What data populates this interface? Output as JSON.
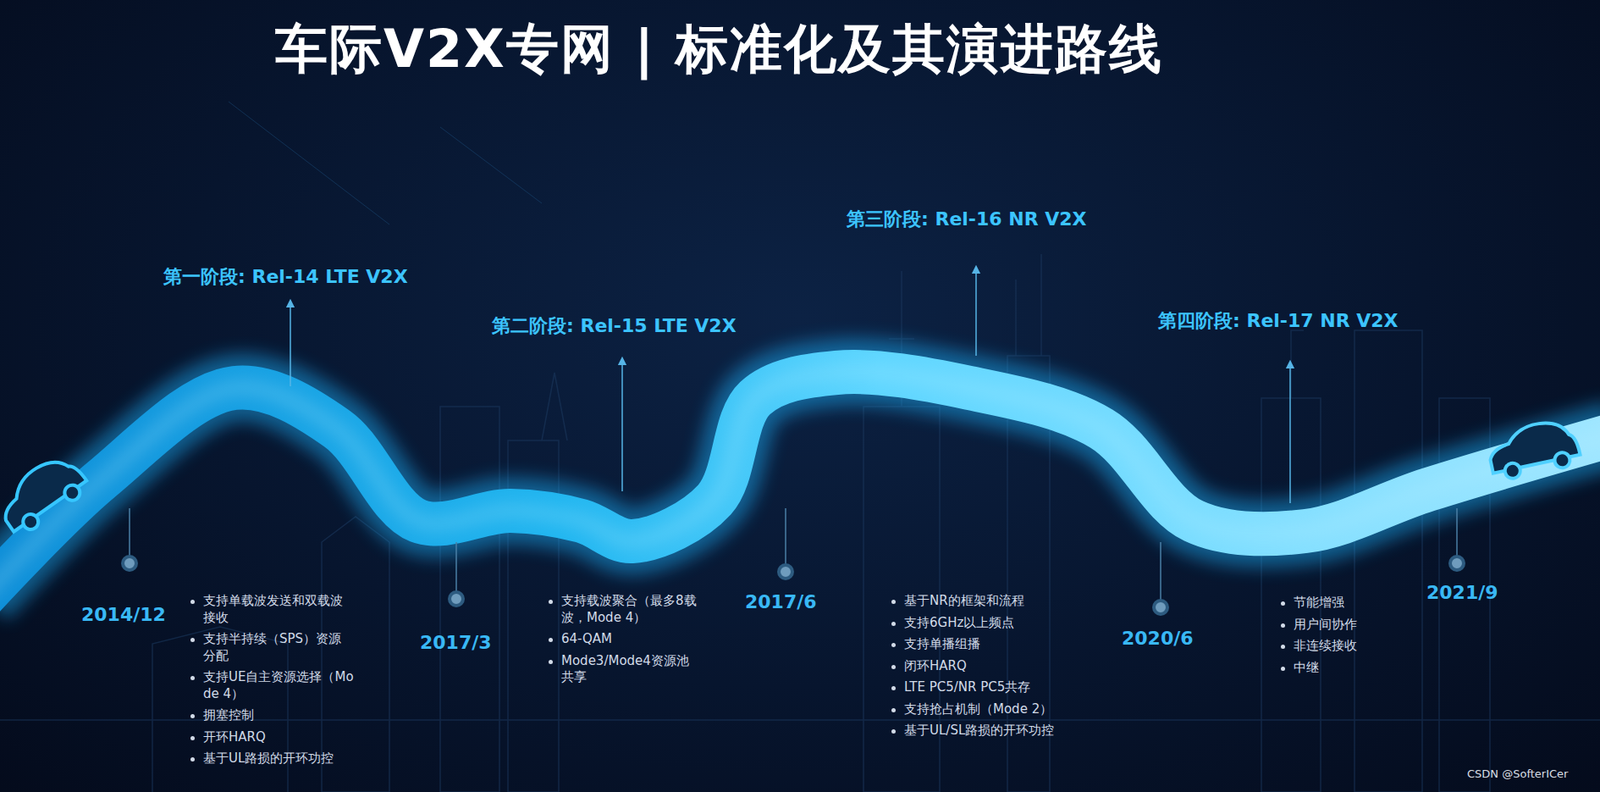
{
  "diagram": {
    "title": "车际V2X专网 | 标准化及其演进路线",
    "labels": [
      "第一阶段: Rel-14 LTE V2X",
      "第二阶段: Rel-15 LTE V2X",
      "第三阶段: Rel-16 NR V2X",
      "第四阶段: Rel-17 NR V2X",
      "2014/12",
      "2017/3",
      "2017/6",
      "2020/6",
      "2021/9",
      "支持单载波发送和双载波接收",
      "支持半持续（SPS）资源分配",
      "支持UE自主资源选择（Mode 4）",
      "拥塞控制",
      "开环HARQ",
      "基于UL路损的开环功控",
      "支持载波聚合（最多8载波，Mode 4）",
      "64-QAM",
      "Mode3/Mode4资源池共享",
      "基于NR的框架和流程",
      "支持6GHz以上频点",
      "支持单播组播",
      "闭环HARQ",
      "LTE PC5/NR PC5共存",
      "支持抢占机制（Mode 2）",
      "基于UL/SL路损的开环功控",
      "节能增强",
      "用户间协作",
      "非连续接收",
      "中继",
      "CSDN @SofterICer"
    ]
  }
}
